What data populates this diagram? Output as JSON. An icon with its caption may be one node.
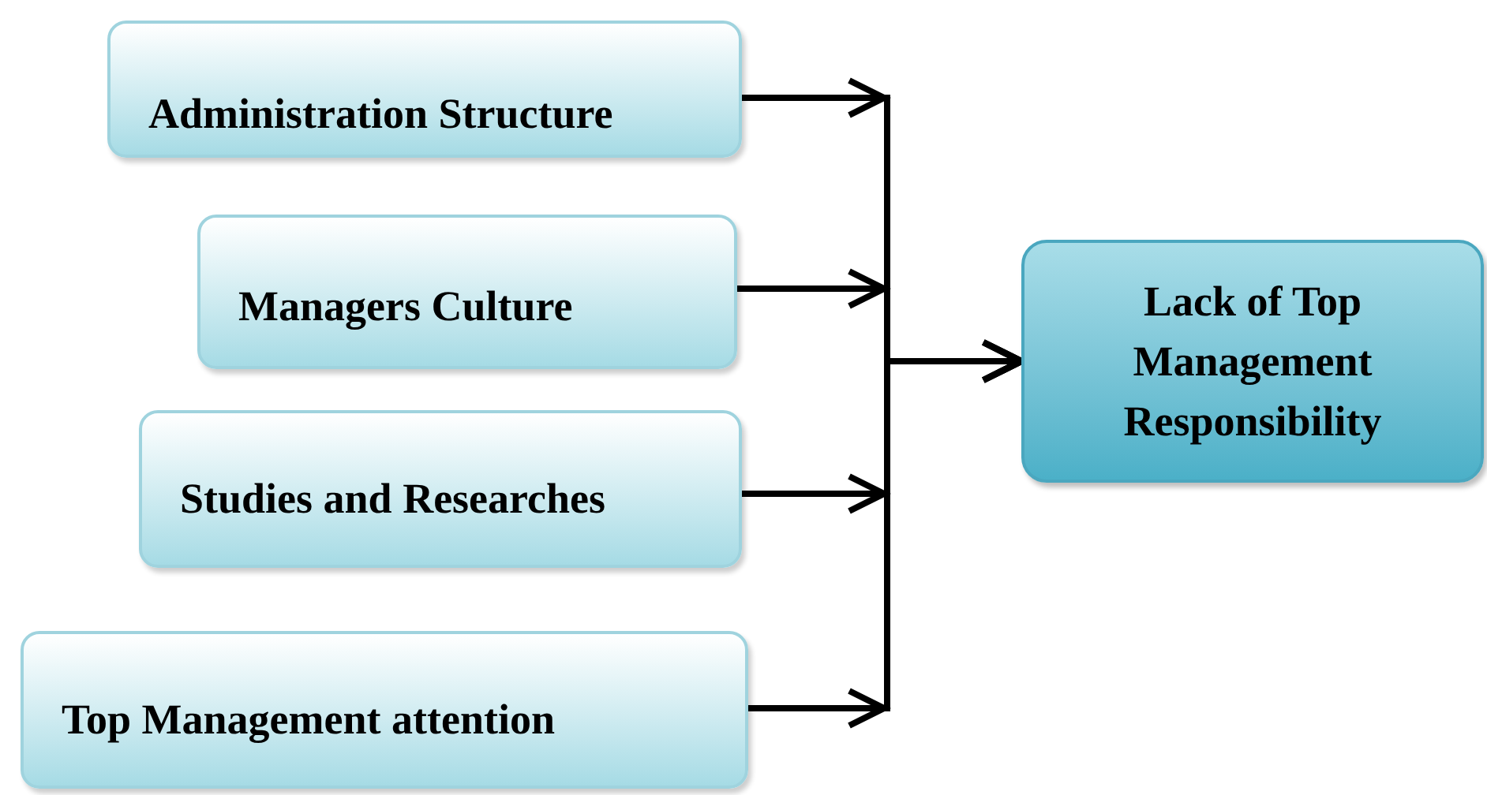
{
  "diagram": {
    "nodes": [
      {
        "text": [
          "Administration Structure"
        ]
      },
      {
        "text": [
          "Managers Culture"
        ]
      },
      {
        "text": [
          "Studies and Researches"
        ]
      },
      {
        "text": [
          "Top Management attention"
        ]
      },
      {
        "text": [
          "Lack of Top Management Responsibility"
        ]
      }
    ],
    "edges": [
      {
        "from": 0,
        "to": 4,
        "arrow": "to"
      },
      {
        "from": 1,
        "to": 4,
        "arrow": "to"
      },
      {
        "from": 2,
        "to": 4,
        "arrow": "to"
      },
      {
        "from": 3,
        "to": 4,
        "arrow": "to"
      }
    ]
  }
}
